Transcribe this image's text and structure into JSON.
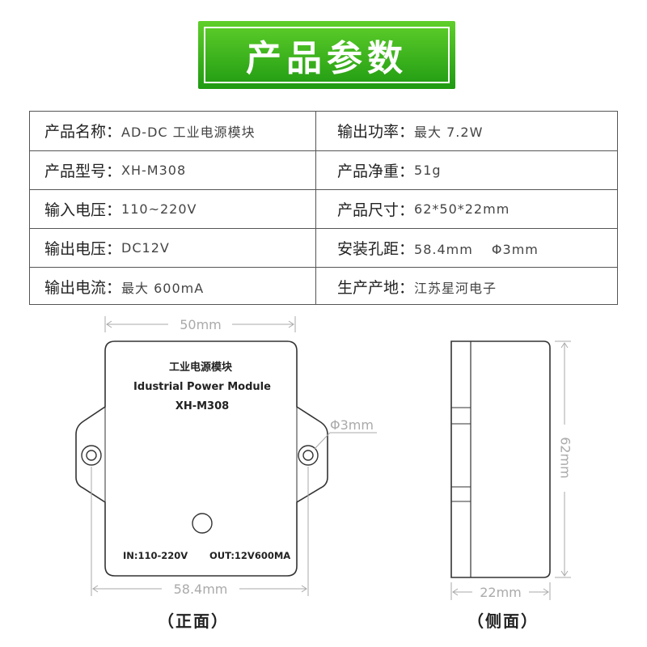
{
  "header": {
    "title": "产品参数"
  },
  "specs": [
    {
      "label": "产品名称",
      "value": "AD-DC 工业电源模块"
    },
    {
      "label": "输出功率",
      "value": "最大 7.2W"
    },
    {
      "label": "产品型号",
      "value": "XH-M308"
    },
    {
      "label": "产品净重",
      "value": "51g"
    },
    {
      "label": "输入电压",
      "value": "110~220V"
    },
    {
      "label": "产品尺寸",
      "value": "62*50*22mm"
    },
    {
      "label": "输出电压",
      "value": "DC12V"
    },
    {
      "label": "安装孔距",
      "value": "58.4mm　 Φ3mm"
    },
    {
      "label": "输出电流",
      "value": "最大 600mA"
    },
    {
      "label": "生产产地",
      "value": "江苏星河电子"
    }
  ],
  "separator": "：",
  "front": {
    "width_dim": "50mm",
    "hole_dim": "Φ3mm",
    "hole_spacing_dim": "58.4mm",
    "label_cn": "工业电源模块",
    "label_en": "Idustrial Power Module",
    "label_model": "XH-M308",
    "label_in": "IN:110-220V",
    "label_out": "OUT:12V600MA",
    "caption": "（正面）"
  },
  "side": {
    "height_dim": "62mm",
    "depth_dim": "22mm",
    "caption": "（侧面）"
  }
}
